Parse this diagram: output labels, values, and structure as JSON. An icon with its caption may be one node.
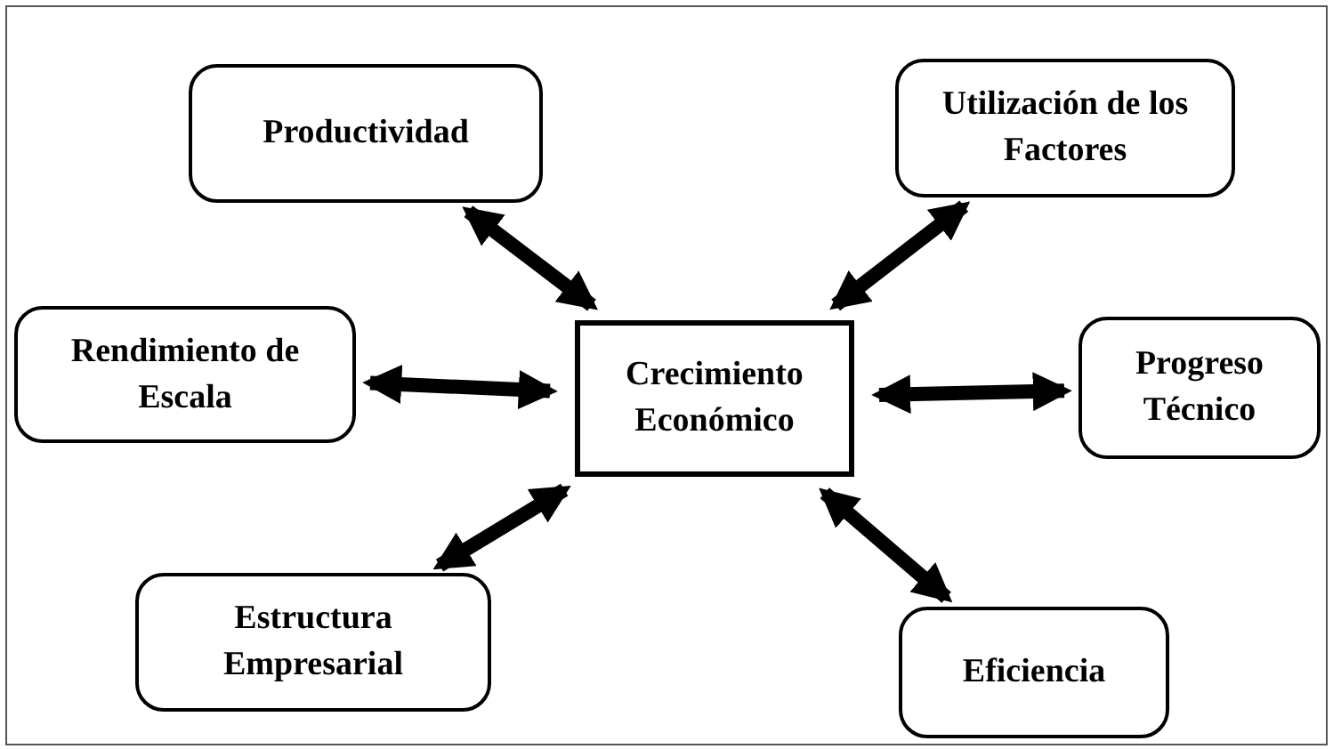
{
  "diagram": {
    "nodes": [
      {
        "text": [
          "Productividad"
        ]
      },
      {
        "text": [
          "Utilización de los Factores"
        ]
      },
      {
        "text": [
          "Rendimiento de Escala"
        ]
      },
      {
        "text": [
          "Crecimiento Económico"
        ]
      },
      {
        "text": [
          "Progreso Técnico"
        ]
      },
      {
        "text": [
          "Estructura Empresarial"
        ]
      },
      {
        "text": [
          "Eficiencia"
        ]
      }
    ],
    "edges": [
      {
        "from": 3,
        "to": 0,
        "arrow": "both"
      },
      {
        "from": 3,
        "to": 1,
        "arrow": "both"
      },
      {
        "from": 3,
        "to": 2,
        "arrow": "both"
      },
      {
        "from": 3,
        "to": 4,
        "arrow": "both"
      },
      {
        "from": 3,
        "to": 5,
        "arrow": "both"
      },
      {
        "from": 3,
        "to": 6,
        "arrow": "both"
      }
    ]
  }
}
